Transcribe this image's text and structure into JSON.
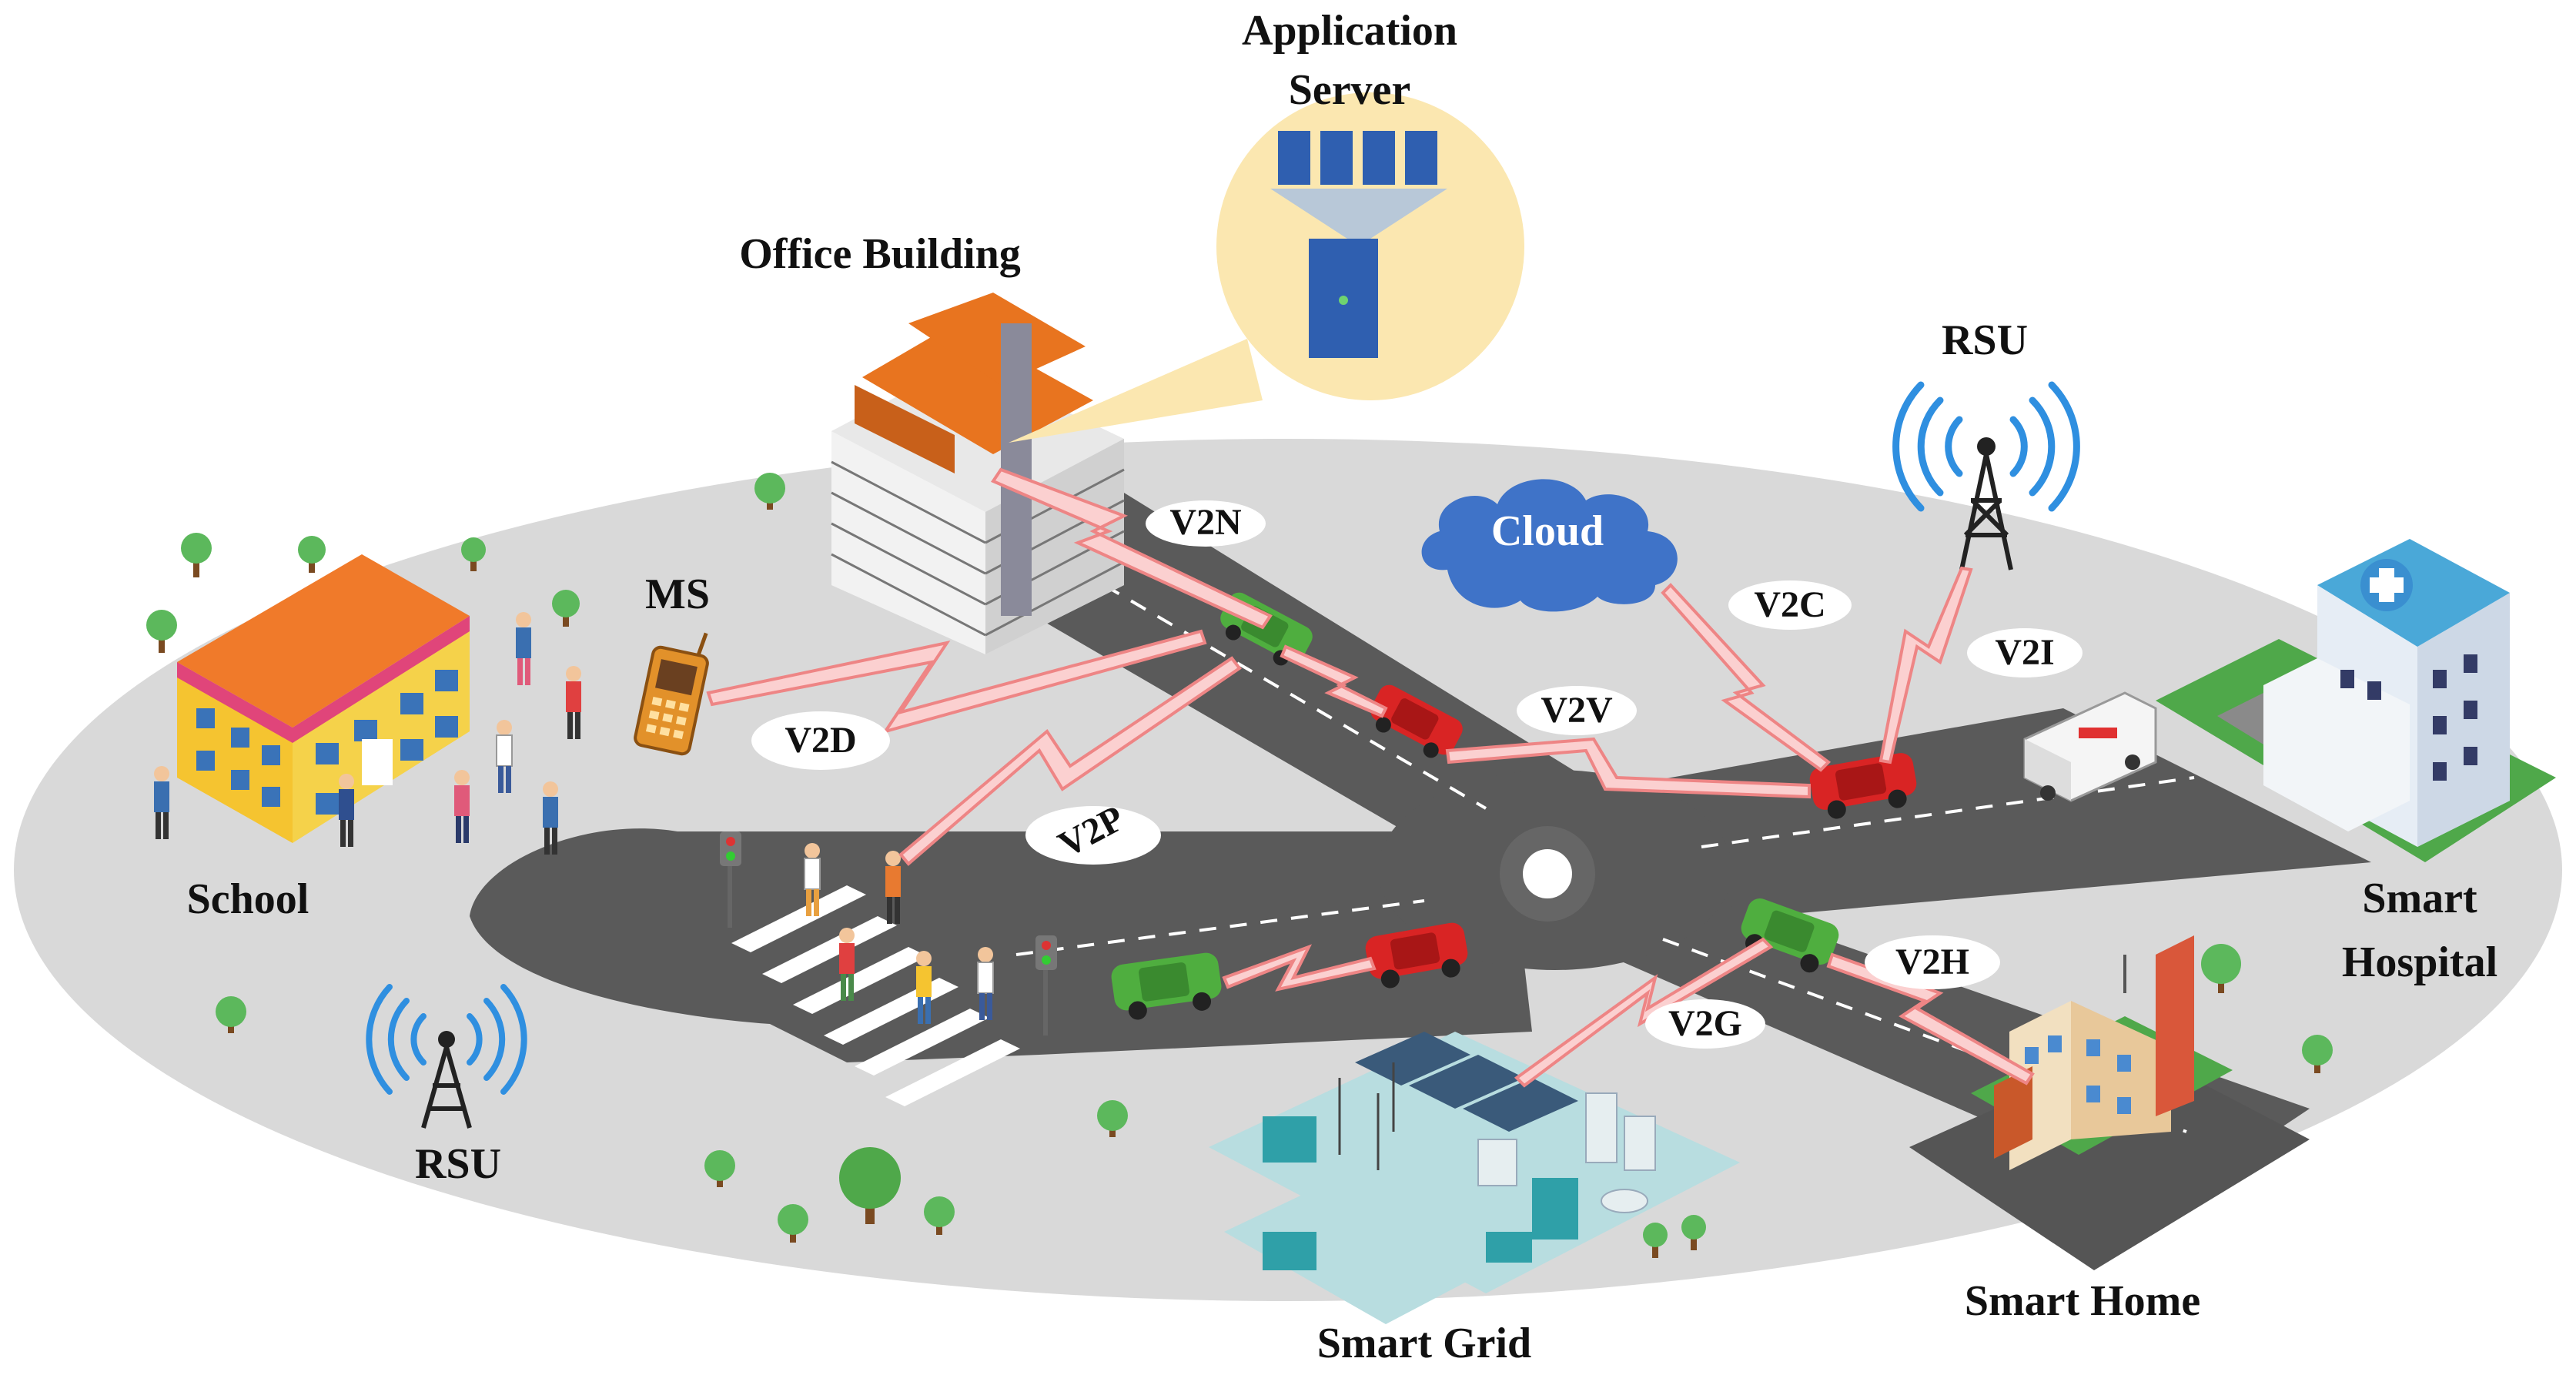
{
  "labels": {
    "application_server": [
      "Application",
      "Server"
    ],
    "office_building": "Office Building",
    "rsu_top": "RSU",
    "rsu_bottom": "RSU",
    "ms": "MS",
    "school": "School",
    "smart_hospital": [
      "Smart",
      "Hospital"
    ],
    "smart_home": "Smart Home",
    "smart_grid": "Smart Grid",
    "cloud": "Cloud"
  },
  "links": {
    "v2n": "V2N",
    "v2d": "V2D",
    "v2p": "V2P",
    "v2v": "V2V",
    "v2c": "V2C",
    "v2i": "V2I",
    "v2h": "V2H",
    "v2g": "V2G"
  },
  "colors": {
    "ground": "#d9d9d9",
    "road": "#595959",
    "link": "#f08a8a",
    "cloud": "#3f73c8",
    "rsu_wave": "#2f8fe0",
    "car_green": "#4fae3f",
    "car_red": "#d92424",
    "building_orange": "#e8741f"
  }
}
